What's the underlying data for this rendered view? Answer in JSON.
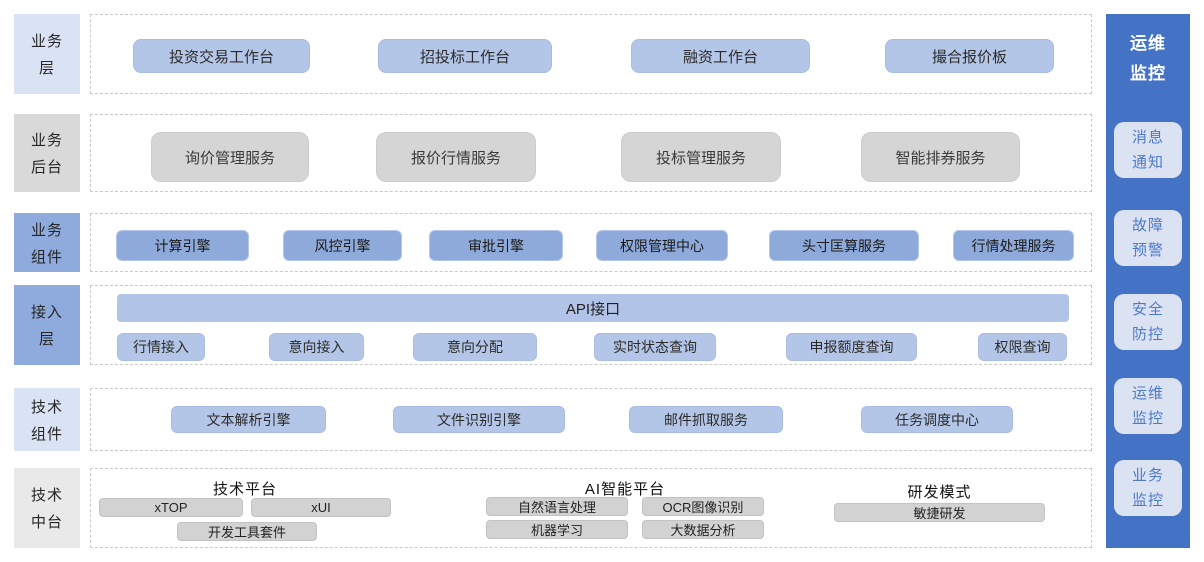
{
  "left_labels": [
    {
      "line1": "业务",
      "line2": "层"
    },
    {
      "line1": "业务",
      "line2": "后台"
    },
    {
      "line1": "业务",
      "line2": "组件"
    },
    {
      "line1": "接入",
      "line2": "层"
    },
    {
      "line1": "技术",
      "line2": "组件"
    },
    {
      "line1": "技术",
      "line2": "中台"
    }
  ],
  "rows": {
    "business": {
      "items": [
        {
          "label": "投资交易工作台"
        },
        {
          "label": "招投标工作台"
        },
        {
          "label": "融资工作台"
        },
        {
          "label": "撮合报价板"
        }
      ]
    },
    "backend": {
      "items": [
        {
          "label": "询价管理服务"
        },
        {
          "label": "报价行情服务"
        },
        {
          "label": "投标管理服务"
        },
        {
          "label": "智能排券服务"
        }
      ]
    },
    "components": {
      "items": [
        {
          "label": "计算引擎"
        },
        {
          "label": "风控引擎"
        },
        {
          "label": "审批引擎"
        },
        {
          "label": "权限管理中心"
        },
        {
          "label": "头寸匡算服务"
        },
        {
          "label": "行情处理服务"
        }
      ]
    },
    "access": {
      "api_label": "API接口",
      "items": [
        {
          "label": "行情接入"
        },
        {
          "label": "意向接入"
        },
        {
          "label": "意向分配"
        },
        {
          "label": "实时状态查询"
        },
        {
          "label": "申报额度查询"
        },
        {
          "label": "权限查询"
        }
      ]
    },
    "tech_components": {
      "items": [
        {
          "label": "文本解析引擎"
        },
        {
          "label": "文件识别引擎"
        },
        {
          "label": "邮件抓取服务"
        },
        {
          "label": "任务调度中心"
        }
      ]
    },
    "tech_platform": {
      "groups": [
        {
          "title": "技术平台",
          "items": [
            {
              "label": "xTOP"
            },
            {
              "label": "xUI"
            },
            {
              "label": "开发工具套件"
            }
          ]
        },
        {
          "title": "AI智能平台",
          "items": [
            {
              "label": "自然语言处理"
            },
            {
              "label": "OCR图像识别"
            },
            {
              "label": "机器学习"
            },
            {
              "label": "大数据分析"
            }
          ]
        },
        {
          "title": "研发模式",
          "items": [
            {
              "label": "敏捷研发"
            }
          ]
        }
      ]
    }
  },
  "sidebar": {
    "title": {
      "line1": "运维",
      "line2": "监控"
    },
    "items": [
      {
        "line1": "消息",
        "line2": "通知"
      },
      {
        "line1": "故障",
        "line2": "预警"
      },
      {
        "line1": "安全",
        "line2": "防控"
      },
      {
        "line1": "运维",
        "line2": "监控"
      },
      {
        "line1": "业务",
        "line2": "监控"
      }
    ]
  },
  "colors": {
    "sidebar_blue": "#4472C4",
    "medium_blue": "#8EAADB",
    "light_blue_fill": "#B4C6E7",
    "pale_blue_label": "#DAE3F3",
    "gray_fill": "#D5D5D5",
    "pale_gray_label": "#E9E9E9"
  }
}
